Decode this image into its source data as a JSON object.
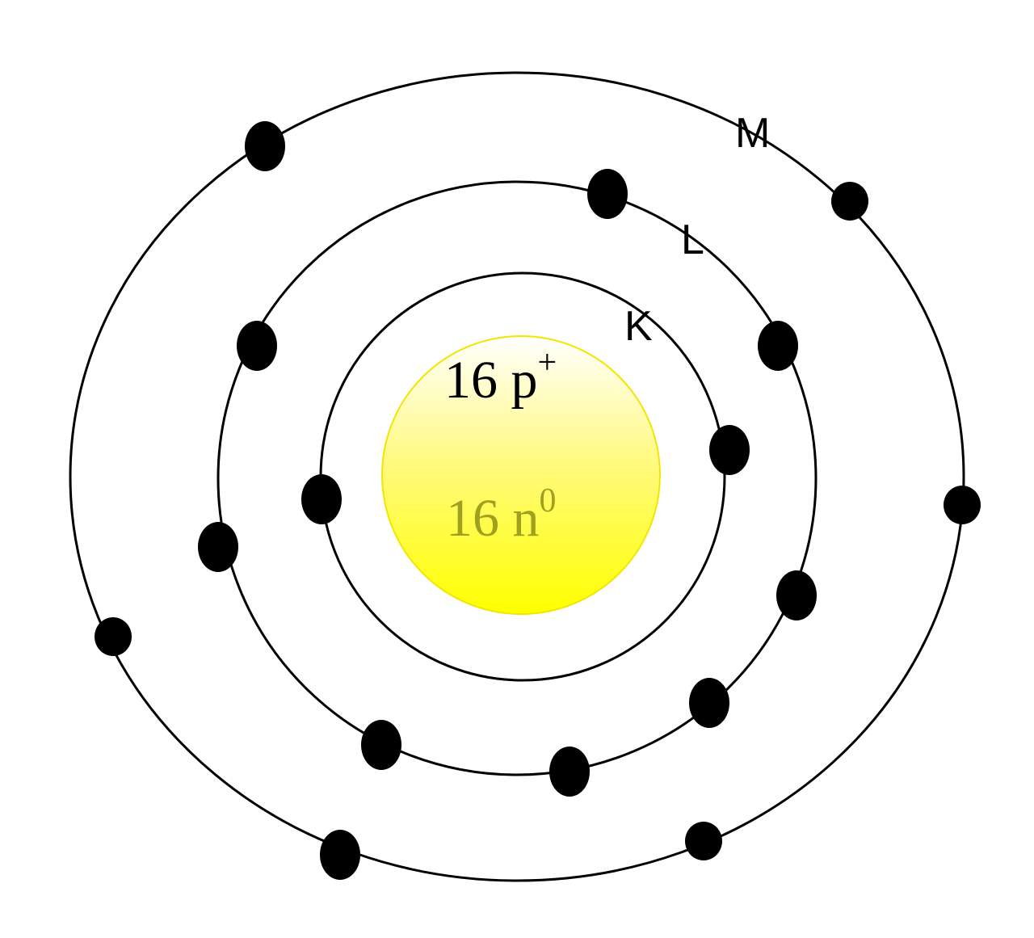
{
  "nucleus": {
    "protons": "16 p",
    "protons_sup": "+",
    "neutrons": "16 n",
    "neutrons_sup": "0",
    "fill_color": "#ffff00",
    "neutron_text_color": "#a0a020"
  },
  "shells": [
    {
      "label": "K",
      "electron_count": 2
    },
    {
      "label": "L",
      "electron_count": 8
    },
    {
      "label": "M",
      "electron_count": 6
    }
  ]
}
